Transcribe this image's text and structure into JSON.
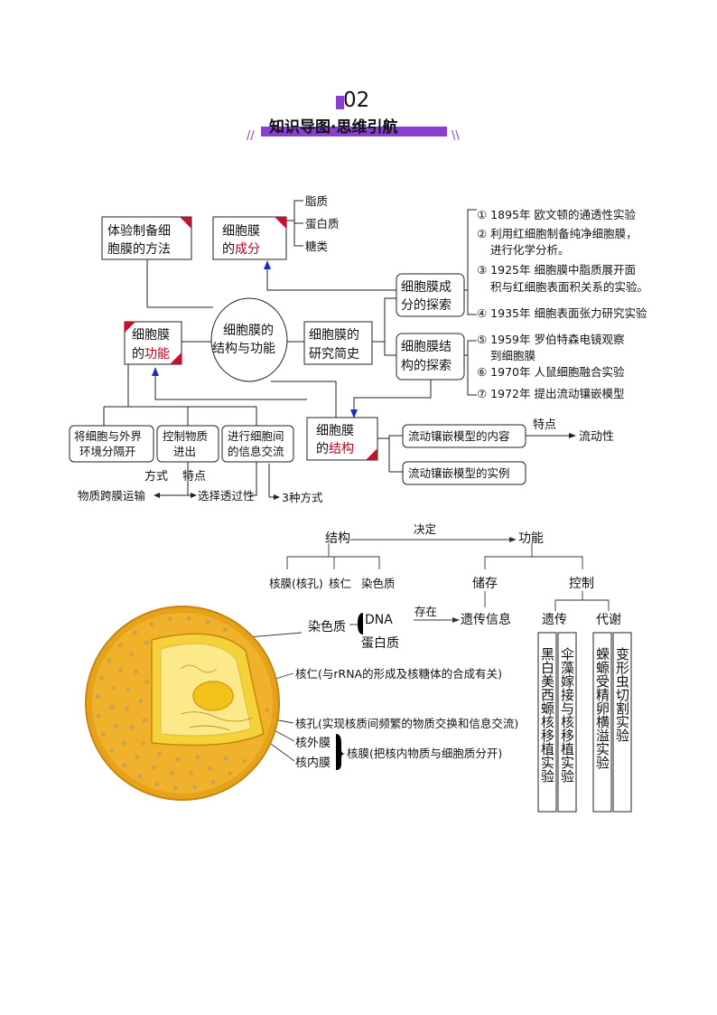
{
  "header": {
    "number": "02",
    "title": "知识导图·思维引航",
    "deco_left": "//",
    "deco_right": "\\\\",
    "accent_color": "#8a3fd1"
  },
  "mindmap": {
    "center": [
      "细胞膜的",
      "结构与功能"
    ],
    "method": [
      "体验制备细",
      "胞膜的方法"
    ],
    "composition": {
      "line1": "细胞膜",
      "line2_prefix": "的",
      "line2_key": "成分"
    },
    "composition_items": [
      "脂质",
      "蛋白质",
      "糖类"
    ],
    "function": {
      "line1": "细胞膜",
      "line2_prefix": "的",
      "line2_key": "功能"
    },
    "function_items": [
      [
        "将细胞与外界",
        "环境分隔开"
      ],
      [
        "控制物质",
        "进出"
      ],
      [
        "进行细胞间",
        "的信息交流"
      ]
    ],
    "history": [
      "细胞膜的",
      "研究简史"
    ],
    "explore_comp": [
      "细胞膜成",
      "分的探索"
    ],
    "explore_struct": [
      "细胞膜结",
      "构的探索"
    ],
    "comp_items": [
      [
        "① 1895年  欧文顿的通透性实验"
      ],
      [
        "② 利用红细胞制备纯净细胞膜，",
        "进行化学分析。"
      ],
      [
        "③ 1925年  细胞膜中脂质展开面",
        "积与红细胞表面积关系的实验。"
      ],
      [
        "④ 1935年  细胞表面张力研究实验"
      ]
    ],
    "struct_items": [
      [
        "⑤ 1959年  罗伯特森电镜观察",
        "到细胞膜"
      ],
      [
        "⑥ 1970年  人鼠细胞融合实验"
      ],
      [
        "⑦ 1972年  提出流动镶嵌模型"
      ]
    ],
    "structure": {
      "line1": "细胞膜",
      "line2_prefix": "的",
      "line2_key": "结构"
    },
    "model_content": "流动镶嵌模型的内容",
    "model_example": "流动镶嵌模型的实例",
    "feature_label": "特点",
    "feature_value": "流动性",
    "fn_way_label": "方式",
    "fn_feature_label": "特点",
    "transport": "物质跨膜运输",
    "selective": "选择透过性",
    "three_ways": "3种方式"
  },
  "nucleus": {
    "structure": "结构",
    "decides": "决定",
    "function": "功能",
    "parts": [
      "核膜(核孔)",
      "核仁",
      "染色质"
    ],
    "storage": "储存",
    "control": "控制",
    "chromatin": "染色质",
    "dna": "DNA",
    "protein": "蛋白质",
    "exists": "存在",
    "genetic_info": "遗传信息",
    "heredity": "遗传",
    "metabolism": "代谢",
    "nucleolus": "核仁(与rRNA的形成及核糖体的合成有关)",
    "pore": "核孔(实现核质间频繁的物质交换和信息交流)",
    "outer": "核外膜",
    "inner": "核内膜",
    "envelope": "核膜(把核内物质与细胞质分开)",
    "experiments": [
      "黑白美西螈核移植实验",
      "伞藻嫁接与核移植实验",
      "蝾螈受精卵横溢实验",
      "变形虫切割实验"
    ]
  }
}
